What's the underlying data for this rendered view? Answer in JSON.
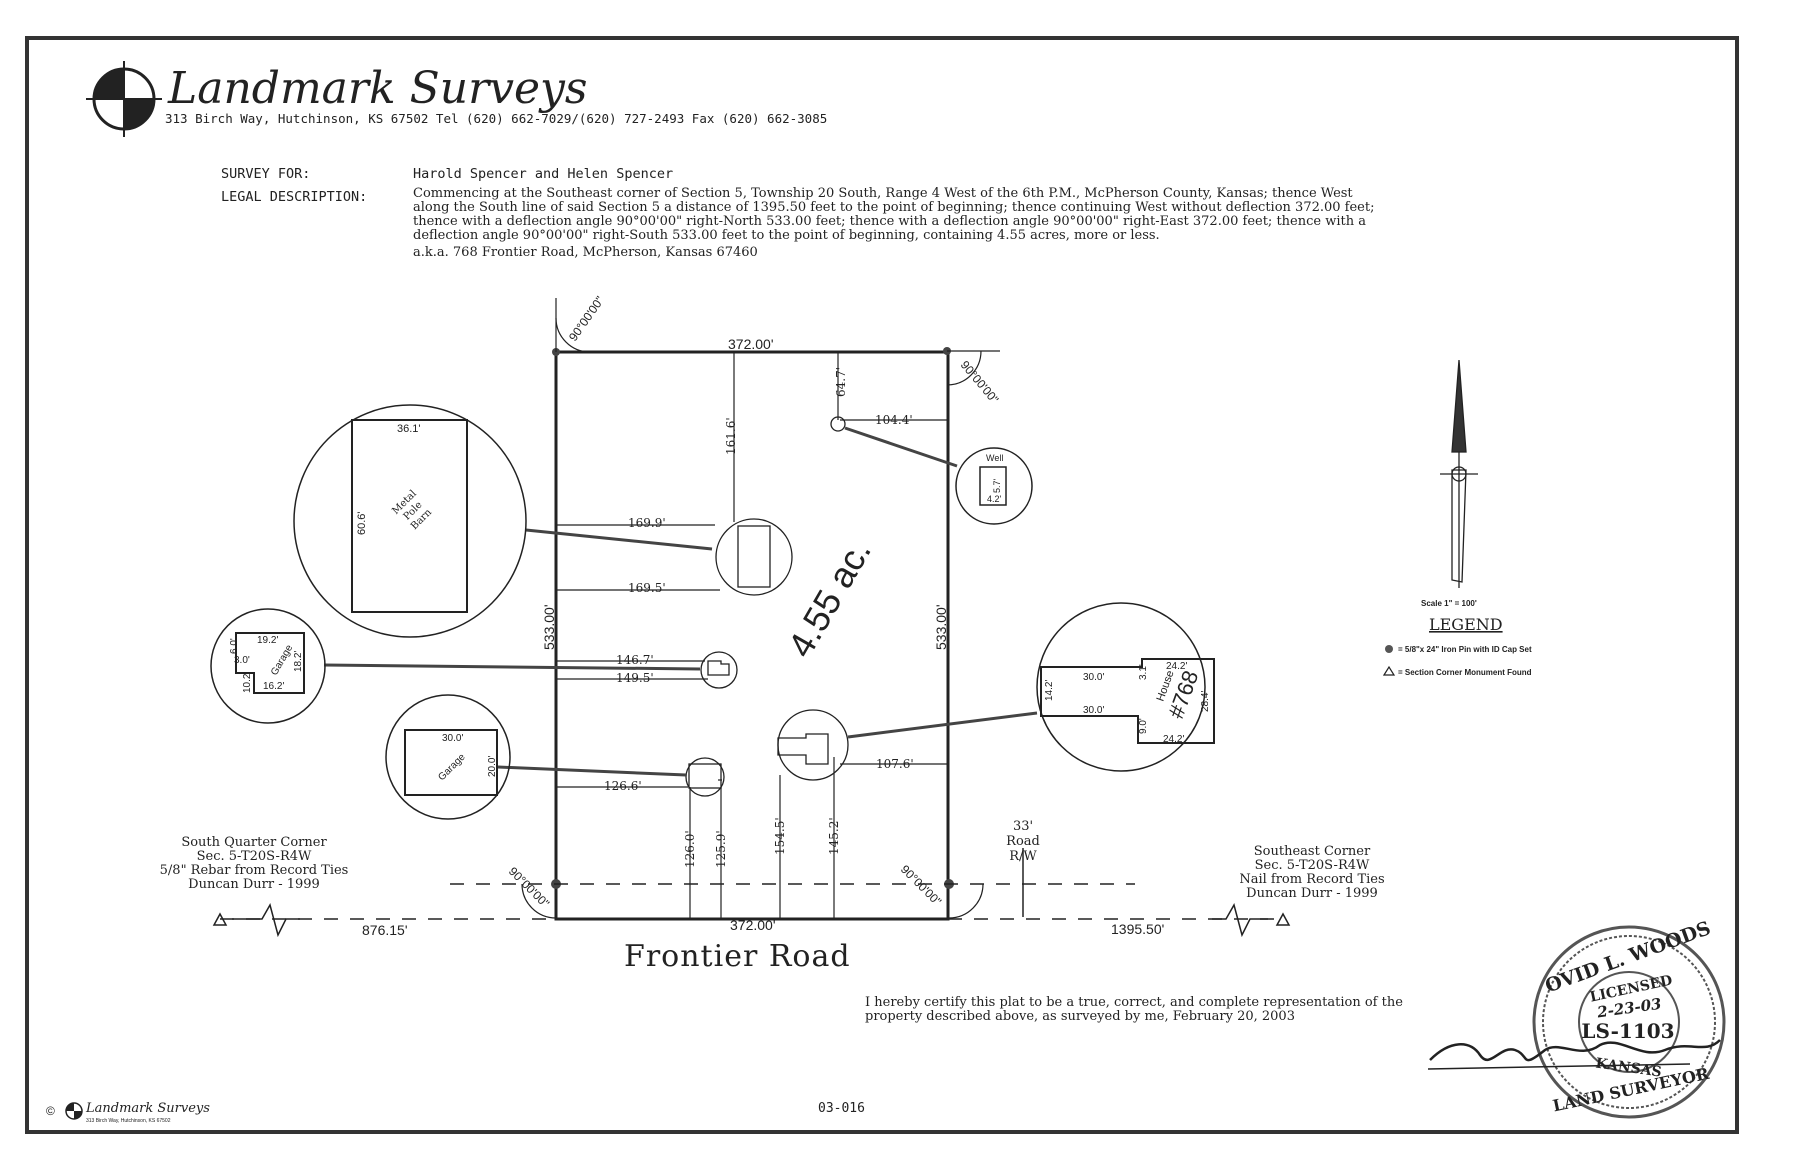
{
  "company": {
    "name": "Landmark Surveys",
    "address_line": "313 Birch Way, Hutchinson, KS  67502  Tel (620) 662-7029/(620) 727-2493 Fax (620) 662-3085"
  },
  "header": {
    "survey_for_label": "SURVEY FOR:",
    "survey_for_value": "Harold Spencer and Helen Spencer",
    "legal_label": "LEGAL DESCRIPTION:",
    "legal_lines": [
      "Commencing at the Southeast corner of Section 5, Township 20 South, Range 4 West of the 6th P.M., McPherson County, Kansas;  thence West",
      "along the South line of said Section 5 a distance of 1395.50 feet to the point of beginning;  thence continuing West without deflection 372.00 feet;",
      "thence with a deflection angle 90°00'00\" right-North 533.00 feet; thence with a deflection angle 90°00'00\" right-East 372.00 feet;  thence with a",
      "deflection angle 90°00'00\" right-South 533.00 feet to the point of beginning, containing 4.55 acres, more or less.",
      "a.k.a.  768 Frontier Road, McPherson, Kansas  67460"
    ]
  },
  "plat": {
    "area": "4.55 ac.",
    "north_line": "372.00'",
    "south_line": "372.00'",
    "west_line": "533.00'",
    "east_line": "533.00'",
    "angle": "90°00'00\"",
    "dims": {
      "well_north": "64.7'",
      "well_east": "104.4'",
      "barn_north": "161.6'",
      "barn_west_top": "169.9'",
      "barn_west_bottom": "169.5'",
      "garage1_west_top": "146.7'",
      "garage1_west_bottom": "149.5'",
      "garage2_west": "126.6'",
      "house_east": "107.6'",
      "s1": "126.0'",
      "s2": "125.9'",
      "s3": "154.5'",
      "s4": "145.2'"
    },
    "road_row": [
      "33'",
      "Road",
      "R/W"
    ],
    "road_name": "Frontier Road",
    "west_tie": "876.15'",
    "east_tie": "1395.50'"
  },
  "details": {
    "barn": {
      "width": "36.1'",
      "height": "60.6'",
      "label": [
        "Metal",
        "Pole",
        "Barn"
      ]
    },
    "well": {
      "label": "Well",
      "v": "5.7'",
      "h": "4.2'"
    },
    "garage1": {
      "label": "Garage",
      "top": "19.2'",
      "left_top": "6.0'",
      "inner": "3.0'",
      "left_bottom": "10.2'",
      "right": "18.2'",
      "bottom": "16.2'"
    },
    "garage2": {
      "label": "Garage",
      "top": "30.0'",
      "right": "20.0'"
    },
    "house": {
      "label": "House",
      "number": "#768",
      "top_left": "30.0'",
      "mid_left": "30.0'",
      "left": "14.2'",
      "notch": "3.1'",
      "top_right": "24.2'",
      "bottom_right": "24.2'",
      "right": "28.4'",
      "step": "9.0'"
    }
  },
  "corners": {
    "west": [
      "South Quarter Corner",
      "Sec. 5-T20S-R4W",
      "5/8\" Rebar from Record Ties",
      "Duncan Durr - 1999"
    ],
    "east": [
      "Southeast Corner",
      "Sec. 5-T20S-R4W",
      "Nail from Record Ties",
      "Duncan Durr - 1999"
    ]
  },
  "legend": {
    "scale": "Scale 1\" = 100'",
    "title": "LEGEND",
    "items": [
      "= 5/8\"x 24\" Iron Pin with ID Cap Set",
      "= Section Corner Monument Found"
    ]
  },
  "certification": [
    "I hereby certify this plat to be a true, correct, and complete representation of the",
    "property described above, as surveyed by me, February 20, 2003"
  ],
  "seal": {
    "name": "OVID L. WOODS",
    "licensed": "LICENSED",
    "date": "2-23-03",
    "number": "LS-1103",
    "state": "KANSAS",
    "title": "LAND SURVEYOR"
  },
  "footer": {
    "copyright": "©",
    "small_logo": "Landmark Surveys",
    "small_address": "313 Birch Way, Hutchinson, KS 67502",
    "job_number": "03-016"
  }
}
